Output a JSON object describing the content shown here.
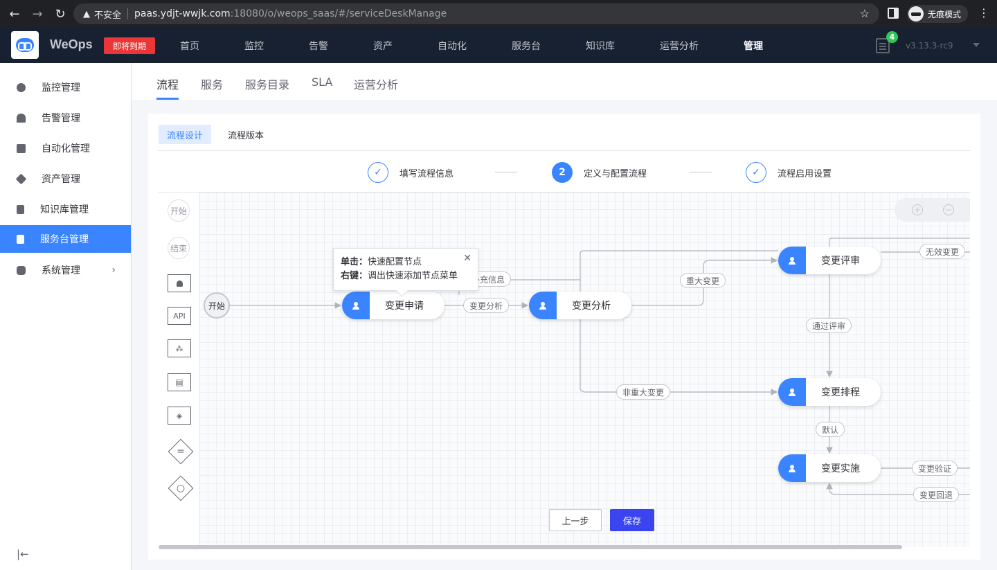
{
  "browser": {
    "insecure_label": "不安全",
    "url_host": "paas.ydjt-wwjk.com",
    "url_rest": ":18080/o/weops_saas/#/serviceDeskManage",
    "incognito_label": "无痕模式"
  },
  "topnav": {
    "brand": "WeOps",
    "expire_badge": "即将到期",
    "items": [
      "首页",
      "监控",
      "告警",
      "资产",
      "自动化",
      "服务台",
      "知识库",
      "运营分析",
      "管理"
    ],
    "active_item": "管理",
    "notice_count": "4",
    "version": "v3.13.3-rc9"
  },
  "sidebar": {
    "items": [
      {
        "label": "监控管理",
        "icon": "monitor-icon"
      },
      {
        "label": "告警管理",
        "icon": "alarm-icon"
      },
      {
        "label": "自动化管理",
        "icon": "briefcase-icon"
      },
      {
        "label": "资产管理",
        "icon": "layers-icon"
      },
      {
        "label": "知识库管理",
        "icon": "book-icon"
      },
      {
        "label": "服务台管理",
        "icon": "clipboard-icon",
        "active": true
      },
      {
        "label": "系统管理",
        "icon": "hexagon-icon",
        "has_submenu": true
      }
    ]
  },
  "tabs": [
    "流程",
    "服务",
    "服务目录",
    "SLA",
    "运营分析"
  ],
  "active_tab": "流程",
  "subtabs": [
    "流程设计",
    "流程版本"
  ],
  "active_subtab": "流程设计",
  "steps": [
    {
      "label": "填写流程信息",
      "state": "done",
      "mark": "✓"
    },
    {
      "label": "定义与配置流程",
      "state": "current",
      "mark": "2"
    },
    {
      "label": "流程启用设置",
      "state": "done",
      "mark": "✓"
    }
  ],
  "palette": {
    "start": "开始",
    "end": "结束",
    "api": "API"
  },
  "flow": {
    "start": "开始",
    "nodes": [
      "变更申请",
      "变更分析",
      "变更评审",
      "变更排程",
      "变更实施"
    ],
    "edge_labels": [
      "补充信息",
      "变更分析",
      "重大变更",
      "无效变更",
      "通过评审",
      "非重大变更",
      "默认",
      "变更验证",
      "变更回退"
    ]
  },
  "tooltip": {
    "line1_key": "单击：",
    "line1_value": "快速配置节点",
    "line2_key": "右键：",
    "line2_value": "调出快速添加节点菜单"
  },
  "buttons": {
    "prev": "上一步",
    "save": "保存"
  },
  "colors": {
    "accent": "#3a84ff",
    "nav_bg": "#182132",
    "expire": "#ea3636",
    "save": "#3a44f0",
    "badge": "#2dcb56"
  }
}
